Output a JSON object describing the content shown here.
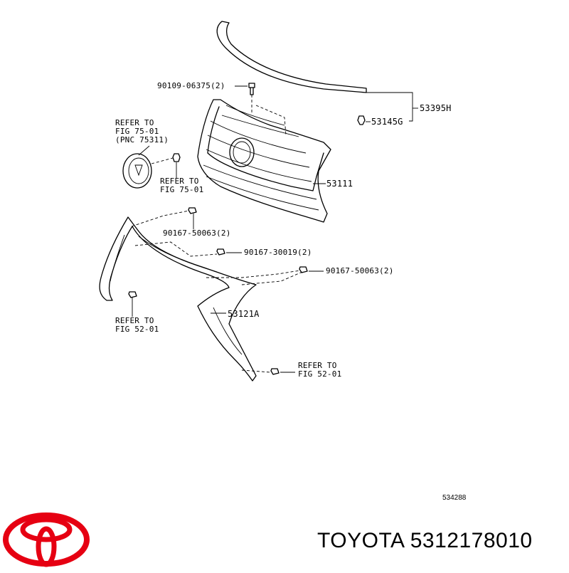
{
  "diagram": {
    "labels": {
      "bolt_upper": "90109-06375(2)",
      "molding_top": "53395H",
      "clip_top": "53145G",
      "grille": "53111",
      "clip_mid_left": "90167-50063(2)",
      "clip_mid_center": "90167-30019(2)",
      "clip_mid_right": "90167-50063(2)",
      "frame": "53121A",
      "refer_emblem_line1": "REFER TO",
      "refer_emblem_line2": "FIG 75-01",
      "refer_emblem_line3": "(PNC 75311)",
      "refer_nut_line1": "REFER TO",
      "refer_nut_line2": "FIG 75-01",
      "refer_left_line1": "REFER TO",
      "refer_left_line2": "FIG 52-01",
      "refer_right_line1": "REFER TO",
      "refer_right_line2": "FIG 52-01",
      "illustration_id": "534288"
    }
  },
  "footer": {
    "brand_text": "TOYOTA 5312178010",
    "logo": {
      "name": "toyota-logo-icon",
      "color": "#e60012"
    }
  }
}
